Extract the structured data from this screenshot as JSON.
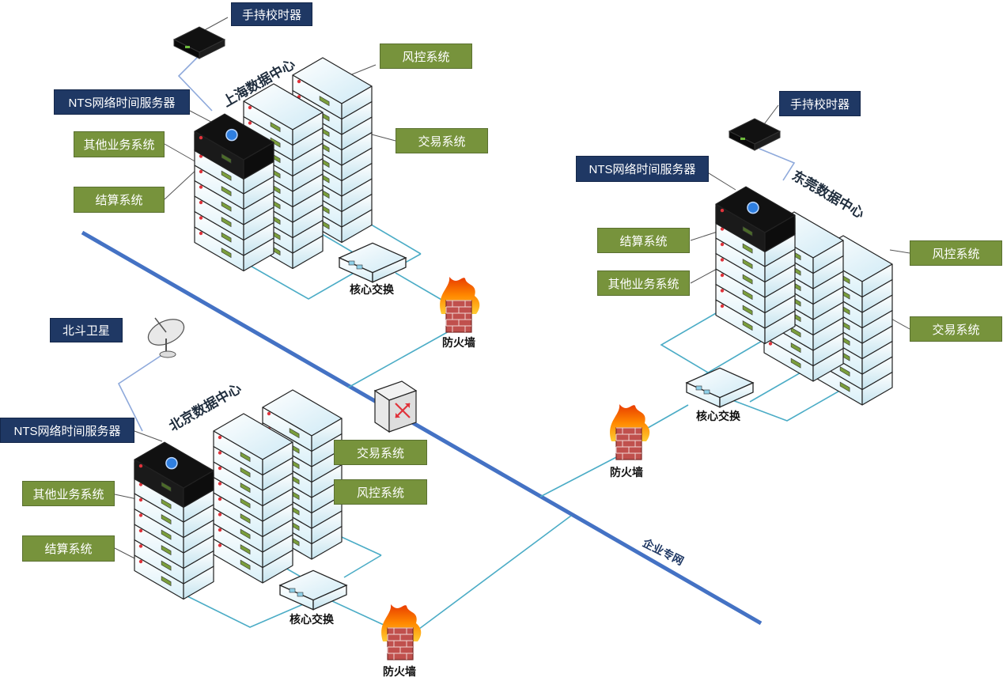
{
  "network": {
    "name": "企业专网"
  },
  "satellite": {
    "label": "北斗卫星"
  },
  "shanghai": {
    "title": "上海数据中心",
    "handheld": "手持校时器",
    "nts": "NTS网络时间服务器",
    "other": "其他业务系统",
    "settle": "结算系统",
    "risk": "风控系统",
    "trade": "交易系统",
    "switch": "核心交换",
    "firewall": "防火墙"
  },
  "dongguan": {
    "title": "东莞数据中心",
    "handheld": "手持校时器",
    "nts": "NTS网络时间服务器",
    "settle": "结算系统",
    "other": "其他业务系统",
    "risk": "风控系统",
    "trade": "交易系统",
    "switch": "核心交换",
    "firewall": "防火墙"
  },
  "beijing": {
    "title": "北京数据中心",
    "nts": "NTS网络时间服务器",
    "other": "其他业务系统",
    "settle": "结算系统",
    "trade": "交易系统",
    "risk": "风控系统",
    "switch": "核心交换",
    "firewall": "防火墙"
  },
  "colors": {
    "label_blue": "#1f3864",
    "label_green": "#77933c",
    "backbone": "#4472c4",
    "cable": "#4bacc6",
    "gps_cable": "#8ea9db"
  }
}
